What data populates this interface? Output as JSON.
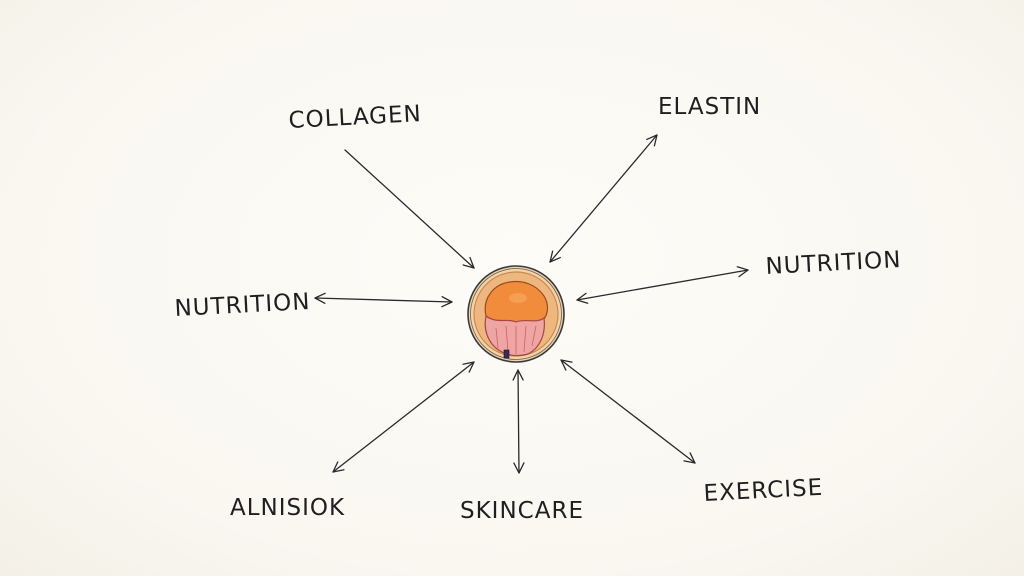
{
  "diagram": {
    "center": {
      "icon": "skin-cross-section-icon",
      "colors": {
        "outer_ring": "#e9b98b",
        "inner_orange": "#f08c3c",
        "inner_pink": "#f0a5a5",
        "dark_accent": "#3b2a5a"
      }
    },
    "nodes": [
      {
        "id": "collagen",
        "label": "COLLAGEN",
        "arrow": "to-center"
      },
      {
        "id": "elastin",
        "label": "ELASTIN",
        "arrow": "both"
      },
      {
        "id": "nutrition-right",
        "label": "NUTRITION",
        "arrow": "both"
      },
      {
        "id": "nutrition-left",
        "label": "NUTRITION",
        "arrow": "both"
      },
      {
        "id": "alnisiok",
        "label": "ALNISIOK",
        "arrow": "both"
      },
      {
        "id": "skincare",
        "label": "SKINCARE",
        "arrow": "both"
      },
      {
        "id": "exercise",
        "label": "EXERCISE",
        "arrow": "both"
      }
    ]
  }
}
